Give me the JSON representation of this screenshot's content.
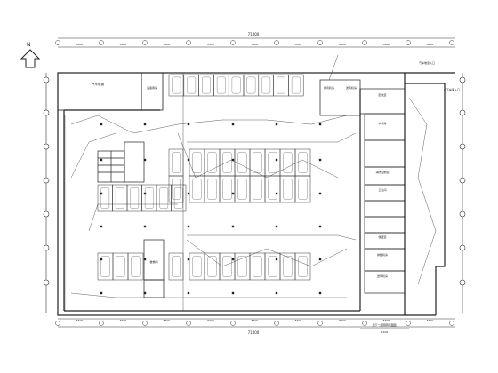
{
  "north_label": "N",
  "overall_dimension": "71400",
  "top_dims": [
    "8400",
    "8400",
    "8400",
    "8400",
    "8400",
    "8400",
    "8400",
    "8400",
    "8400"
  ],
  "bottom_dims": [
    "8400",
    "8400",
    "8400",
    "8400",
    "8400",
    "8400",
    "8400",
    "8400",
    "8400"
  ],
  "room_labels": {
    "ramp_room": "汽车坡道",
    "equipment_room_left": "设备用房",
    "fan_room_1": "排风机房",
    "fan_room_2": "送风机房",
    "electrical_room": "配电室",
    "stair_note_top": "楼梯间",
    "pump_room": "水泵房",
    "fire_control": "消防控制室",
    "toilet": "卫生间",
    "storage": "储藏室",
    "lower_room_1": "排烟机房",
    "lower_room_2": "送风机房",
    "right_note": "地下车库入口",
    "top_note": "汽车坡道入口"
  },
  "title_block": {
    "line1": "地下一层照明平面图",
    "line2": "1:100"
  },
  "colors": {
    "line": "#222222",
    "thin": "#555555"
  }
}
